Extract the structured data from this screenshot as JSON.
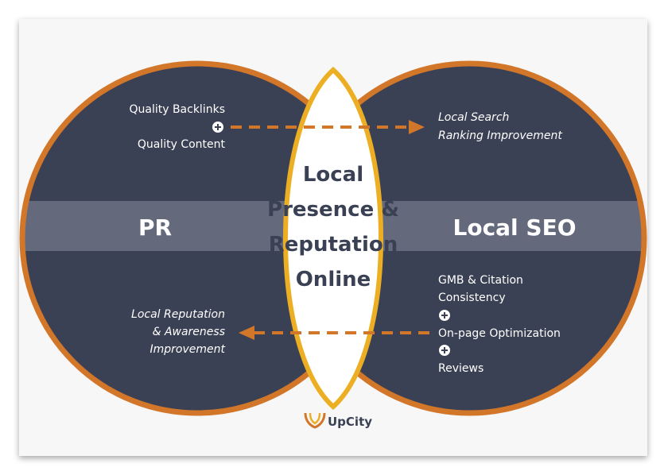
{
  "colors": {
    "circle_fill": "#3b4154",
    "circle_border": "#d2762a",
    "band": "#646a7c",
    "lens_fill": "#ffffff",
    "lens_border": "#ecaf24",
    "center_text": "#3b4154",
    "arrow": "#d2762a",
    "text": "#ffffff",
    "card_bg": "#f7f7f8"
  },
  "left": {
    "title": "PR",
    "top_items": [
      "Quality Backlinks",
      "Quality Content"
    ],
    "bottom_items": [
      "Local Reputation",
      "& Awareness",
      "Improvement"
    ]
  },
  "right": {
    "title": "Local SEO",
    "top_items": [
      "Local Search",
      "Ranking Improvement"
    ],
    "bottom_items": [
      "GMB & Citation",
      "Consistency",
      "On-page Optimization",
      "Reviews"
    ]
  },
  "center": {
    "lines": [
      "Local",
      "Presence &",
      "Reputation",
      "Online"
    ]
  },
  "brand": {
    "name": "UpCity",
    "icon": "upcity-logo-icon"
  },
  "icons": {
    "plus": "plus-circle-icon",
    "arrow_right": "arrow-right-icon",
    "arrow_left": "arrow-left-icon"
  }
}
